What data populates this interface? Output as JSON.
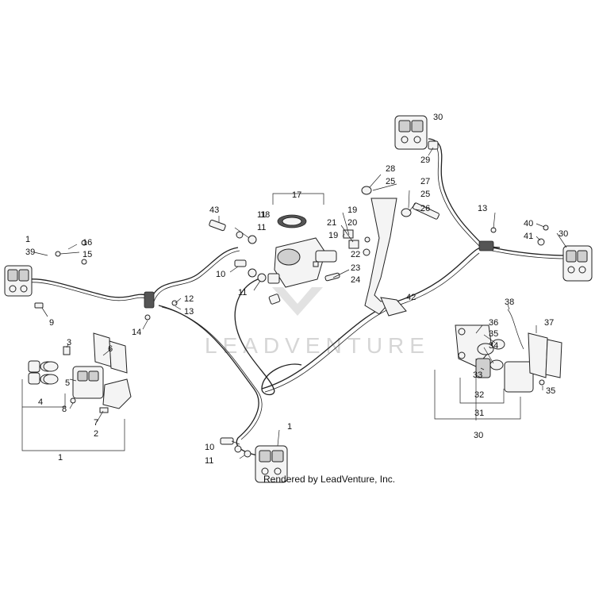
{
  "diagram": {
    "watermark_text": "LEADVENTURE",
    "credit_text": "Rendered by LeadVenture, Inc.",
    "callouts": [
      {
        "id": "c1a",
        "text": "1"
      },
      {
        "id": "c39",
        "text": "39"
      },
      {
        "id": "c16",
        "text": "16"
      },
      {
        "id": "c15",
        "text": "15"
      },
      {
        "id": "c9",
        "text": "9"
      },
      {
        "id": "c3",
        "text": "3"
      },
      {
        "id": "c6",
        "text": "6"
      },
      {
        "id": "c5",
        "text": "5"
      },
      {
        "id": "c4",
        "text": "4"
      },
      {
        "id": "c8",
        "text": "8"
      },
      {
        "id": "c7",
        "text": "7"
      },
      {
        "id": "c2",
        "text": "2"
      },
      {
        "id": "c1b",
        "text": "1"
      },
      {
        "id": "c14",
        "text": "14"
      },
      {
        "id": "c12",
        "text": "12"
      },
      {
        "id": "c13a",
        "text": "13"
      },
      {
        "id": "c10a",
        "text": "10"
      },
      {
        "id": "c11a",
        "text": "11"
      },
      {
        "id": "c11b",
        "text": "11"
      },
      {
        "id": "c43",
        "text": "43"
      },
      {
        "id": "c11c",
        "text": "11"
      },
      {
        "id": "c17",
        "text": "17"
      },
      {
        "id": "c18",
        "text": "18"
      },
      {
        "id": "c19a",
        "text": "19"
      },
      {
        "id": "c20",
        "text": "20"
      },
      {
        "id": "c21",
        "text": "21"
      },
      {
        "id": "c19b",
        "text": "19"
      },
      {
        "id": "c22",
        "text": "22"
      },
      {
        "id": "c23",
        "text": "23"
      },
      {
        "id": "c24",
        "text": "24"
      },
      {
        "id": "c28",
        "text": "28"
      },
      {
        "id": "c25a",
        "text": "25"
      },
      {
        "id": "c27",
        "text": "27"
      },
      {
        "id": "c25b",
        "text": "25"
      },
      {
        "id": "c26",
        "text": "26"
      },
      {
        "id": "c30a",
        "text": "30"
      },
      {
        "id": "c29",
        "text": "29"
      },
      {
        "id": "c13b",
        "text": "13"
      },
      {
        "id": "c40",
        "text": "40"
      },
      {
        "id": "c41",
        "text": "41"
      },
      {
        "id": "c30b",
        "text": "30"
      },
      {
        "id": "c42",
        "text": "42"
      },
      {
        "id": "c38",
        "text": "38"
      },
      {
        "id": "c36",
        "text": "36"
      },
      {
        "id": "c35a",
        "text": "35"
      },
      {
        "id": "c34",
        "text": "34"
      },
      {
        "id": "c37",
        "text": "37"
      },
      {
        "id": "c33",
        "text": "33"
      },
      {
        "id": "c32",
        "text": "32"
      },
      {
        "id": "c31",
        "text": "31"
      },
      {
        "id": "c35b",
        "text": "35"
      },
      {
        "id": "c30c",
        "text": "30"
      },
      {
        "id": "c10b",
        "text": "10"
      },
      {
        "id": "c11d",
        "text": "11"
      },
      {
        "id": "c1c",
        "text": "1"
      }
    ]
  }
}
